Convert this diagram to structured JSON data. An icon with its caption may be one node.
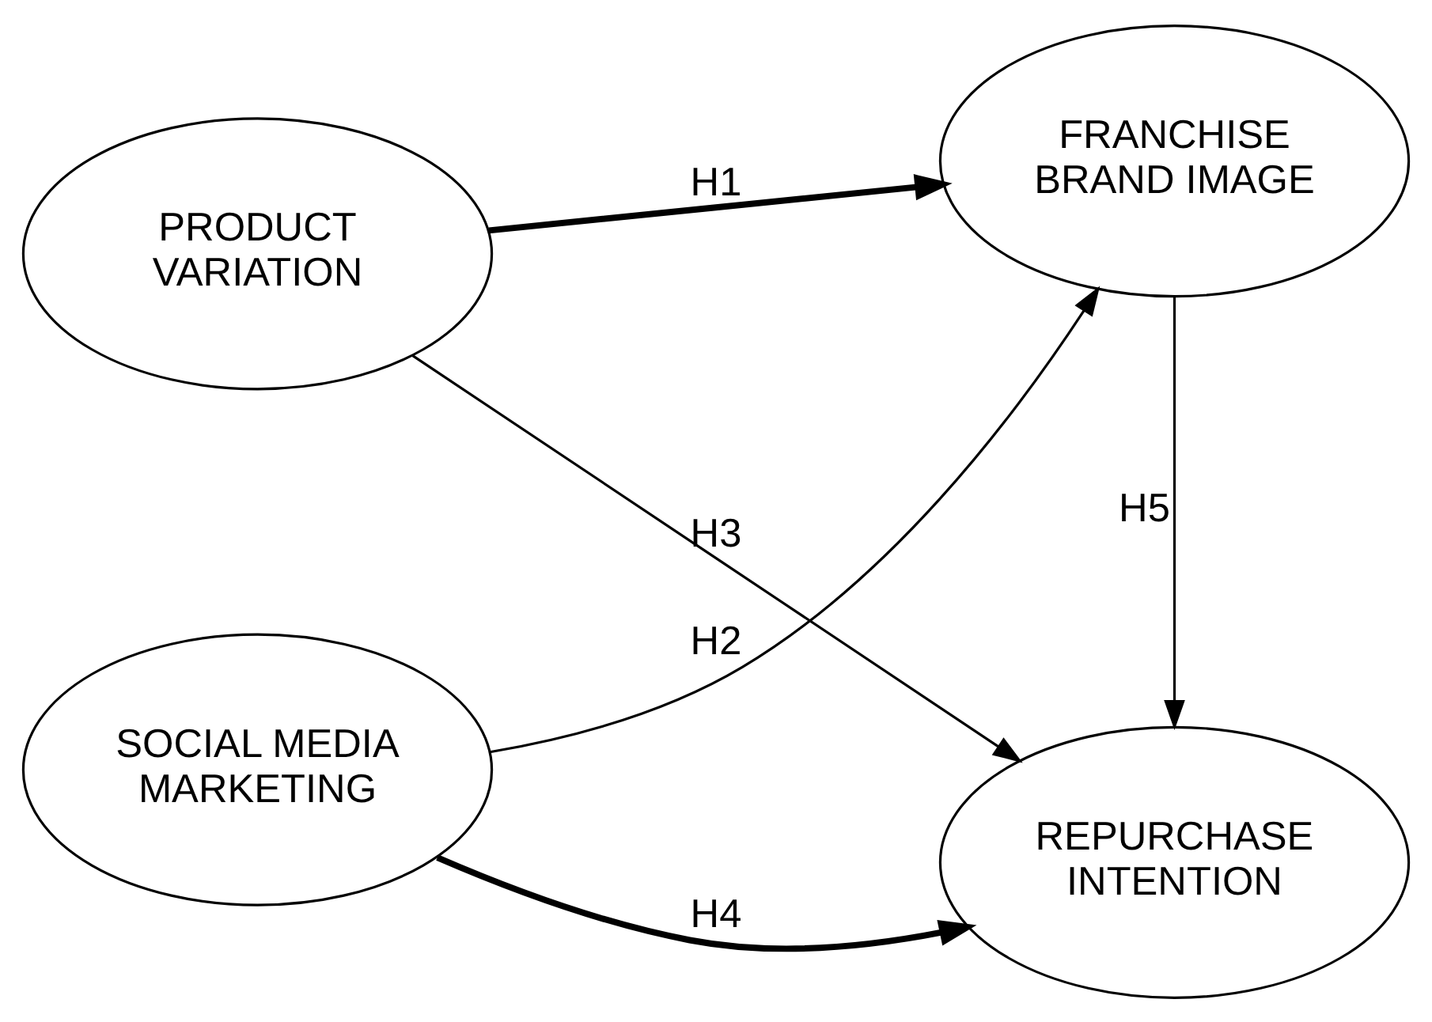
{
  "diagram": {
    "nodes": [
      {
        "text": [
          "PRODUCT VARIATION"
        ]
      },
      {
        "text": [
          "FRANCHISE BRAND IMAGE"
        ]
      },
      {
        "text": [
          "SOCIAL MEDIA MARKETING"
        ]
      },
      {
        "text": [
          "REPURCHASE INTENTION"
        ]
      }
    ],
    "edges": [
      {
        "from": 0,
        "to": 1,
        "arrow": "to",
        "label": "H1",
        "style": "thick"
      },
      {
        "from": 2,
        "to": 1,
        "arrow": "to",
        "label": "H2"
      },
      {
        "from": 0,
        "to": 3,
        "arrow": "to",
        "label": "H3"
      },
      {
        "from": 2,
        "to": 3,
        "arrow": "to",
        "label": "H4",
        "style": "thick"
      },
      {
        "from": 1,
        "to": 3,
        "arrow": "to",
        "label": "H5"
      }
    ]
  }
}
